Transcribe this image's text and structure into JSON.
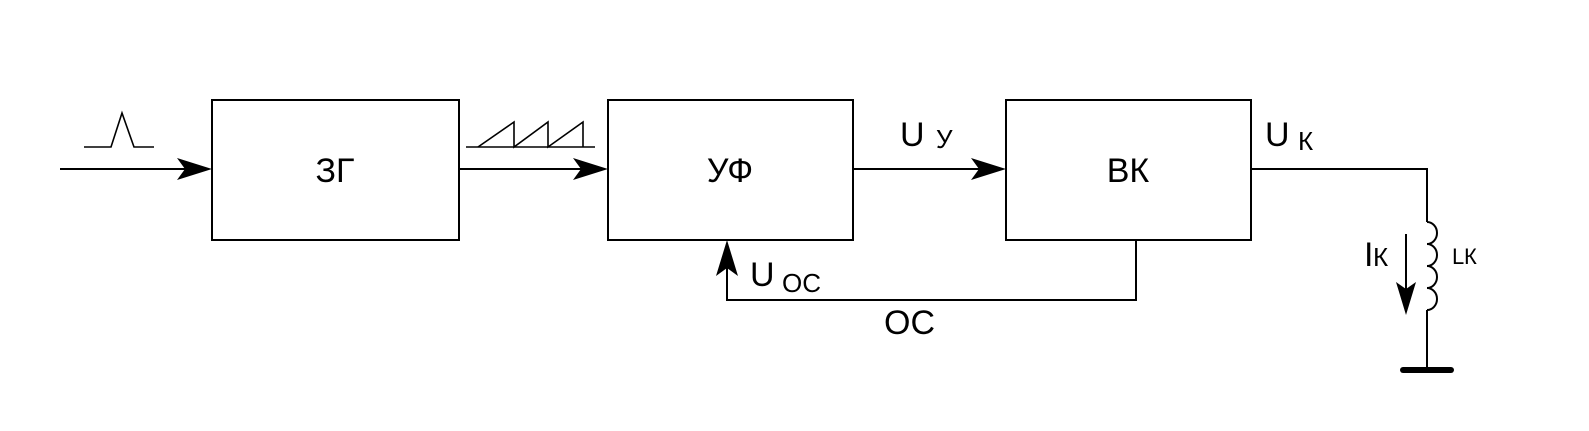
{
  "blocks": {
    "zg": "ЗГ",
    "uf": "УФ",
    "vk": "ВК"
  },
  "signals": {
    "u_y_main": "U",
    "u_y_sub": "У",
    "u_k_main": "U",
    "u_k_sub": "К",
    "u_os_main": "U",
    "u_os_sub": "ОС",
    "i_k_main": "I",
    "i_k_sub": "К",
    "l_k_main": "L",
    "l_k_sub": "К"
  },
  "feedback_label": "ОС",
  "colors": {
    "line": "#000000",
    "background": "#ffffff"
  }
}
